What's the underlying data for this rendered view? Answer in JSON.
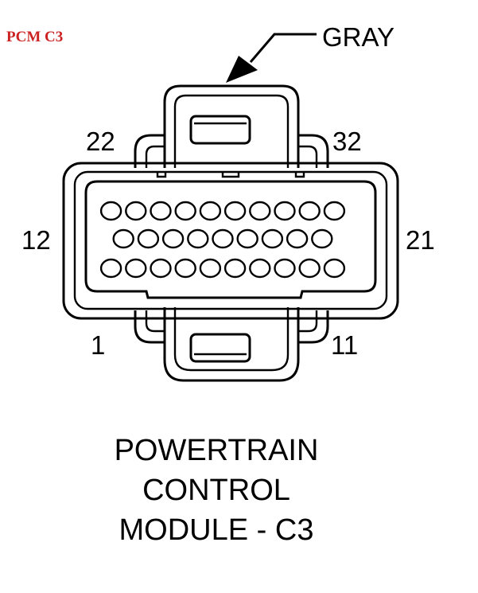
{
  "heading": {
    "text": "PCM C3",
    "color": "#cc2222"
  },
  "callout": {
    "text": "GRAY"
  },
  "pin_labels": {
    "top_left": "22",
    "top_right": "32",
    "mid_left": "12",
    "mid_right": "21",
    "bottom_left": "1",
    "bottom_right": "11"
  },
  "connector": {
    "rows": [
      {
        "name": "row-top",
        "pins": 10
      },
      {
        "name": "row-middle",
        "pins": 9
      },
      {
        "name": "row-bottom",
        "pins": 10
      }
    ]
  },
  "title": {
    "lines": [
      "POWERTRAIN",
      "CONTROL",
      "MODULE - C3"
    ]
  }
}
